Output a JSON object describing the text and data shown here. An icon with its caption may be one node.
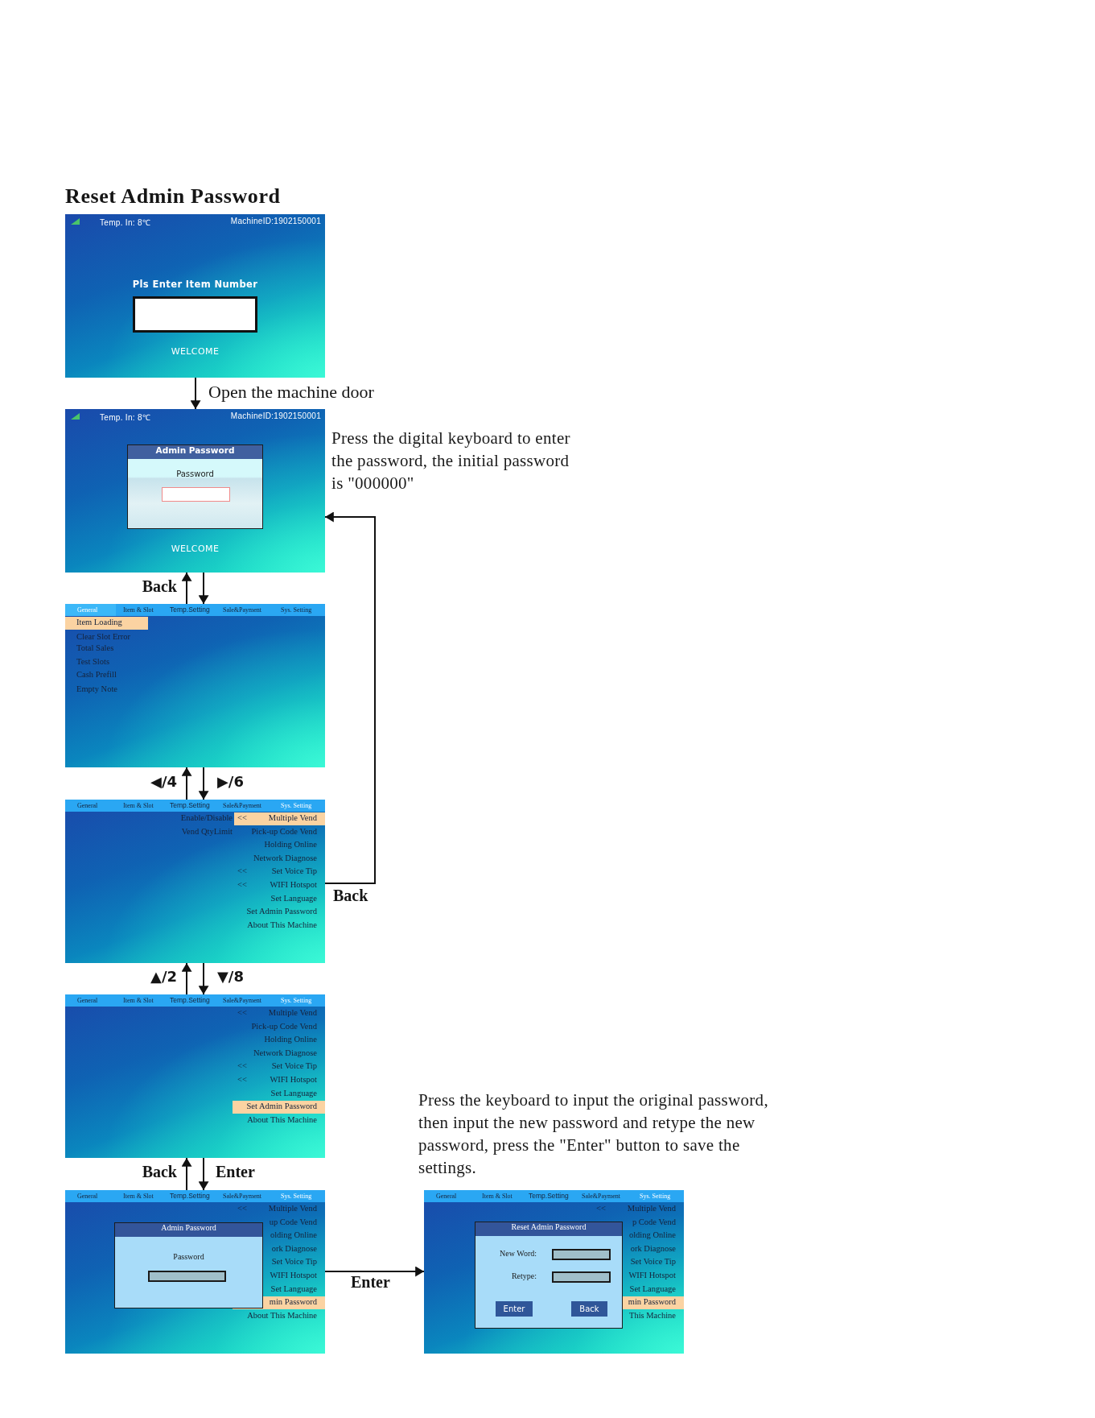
{
  "diagram": {
    "title": "Reset Admin Password",
    "nodes": [
      {
        "text": [
          "Temp. In: 8℃",
          "MachineID:1902150001",
          "Pls Enter Item Number",
          "WELCOME"
        ]
      },
      {
        "text": [
          "Temp. In: 8℃",
          "MachineID:1902150001",
          "WELCOME"
        ],
        "beside": [
          "Press the digital keyboard to enter the password, the initial password is \"000000\""
        ]
      },
      {
        "text": [
          "Admin Password",
          "Password"
        ],
        "in": 1
      },
      {
        "text": [
          "General",
          "Item & Slot",
          "Temp.Setting",
          "Sale&Payment",
          "Sys. Setting",
          "Item Loading",
          "Clear Slot Error",
          "Total Sales",
          "Test Slots",
          "Cash Prefill",
          "Empty Note"
        ]
      },
      {
        "text": [
          "General",
          "Item & Slot",
          "Temp.Setting",
          "Sale&Payment",
          "Sys. Setting",
          "Enable/Disable",
          "<<",
          "Multiple Vend",
          "Vend QtyLimit",
          "Pick-up Code Vend",
          "Holding Online",
          "Network Diagnose",
          "<<",
          "Set Voice Tip",
          "<<",
          "WIFI Hotspot",
          "Set Language",
          "Set Admin Password",
          "About This Machine"
        ]
      },
      {
        "text": [
          "General",
          "Item & Slot",
          "Temp.Setting",
          "Sale&Payment",
          "Sys. Setting",
          "<<",
          "Multiple Vend",
          "Pick-up Code Vend",
          "Holding Online",
          "Network Diagnose",
          "<<",
          "Set Voice Tip",
          "<<",
          "WIFI Hotspot",
          "Set Language",
          "Set Admin Password",
          "About This Machine"
        ]
      },
      {
        "text": [
          "General",
          "Item & Slot",
          "Temp.Setting",
          "Sale&Payment",
          "Sys. Setting",
          "<<",
          "Multiple Vend",
          "up Code Vend",
          "olding Online",
          "ork Diagnose",
          "Set Voice Tip",
          "WIFI Hotspot",
          "Set Language",
          "min Password",
          "About This Machine"
        ]
      },
      {
        "text": [
          "Admin Password",
          "Password"
        ],
        "in": 6
      },
      {
        "text": [
          "General",
          "Item & Slot",
          "Temp.Setting",
          "Sale&Payment",
          "Sys. Setting",
          "<<",
          "Multiple Vend",
          "p Code Vend",
          "olding Online",
          "ork Diagnose",
          "Set Voice Tip",
          "WIFI Hotspot",
          "Set Language",
          "min Password",
          "This Machine"
        ],
        "beside": [
          "Press the keyboard to input the original password, then input the new password and retype the new password, press the \"Enter\" button to save the settings."
        ]
      },
      {
        "text": [
          "Reset Admin Password",
          "New Word:",
          "Retype:"
        ],
        "in": 8
      },
      {
        "text": [
          "Enter"
        ],
        "in": 9
      },
      {
        "text": [
          "Back"
        ],
        "in": 9
      }
    ],
    "edges": [
      {
        "from": 0,
        "to": 1,
        "arrow": "to",
        "label": "Open the machine door"
      },
      {
        "from": 3,
        "to": 1,
        "arrow": "to",
        "label": "Back"
      },
      {
        "from": 1,
        "to": 3,
        "arrow": "to"
      },
      {
        "from": 4,
        "to": 3,
        "arrow": "to",
        "label": "◀/4"
      },
      {
        "from": 3,
        "to": 4,
        "arrow": "to",
        "label": "▶/6"
      },
      {
        "from": 5,
        "to": 4,
        "arrow": "to",
        "label": "▲/2"
      },
      {
        "from": 4,
        "to": 5,
        "arrow": "to",
        "label": "▼/8"
      },
      {
        "from": 6,
        "to": 5,
        "arrow": "to",
        "label": "Back"
      },
      {
        "from": 5,
        "to": 6,
        "arrow": "to",
        "label": "Enter"
      },
      {
        "from": 4,
        "to": 1,
        "arrow": "to",
        "label": "Back"
      },
      {
        "from": 6,
        "to": 8,
        "arrow": "to",
        "label": "Enter"
      }
    ]
  }
}
